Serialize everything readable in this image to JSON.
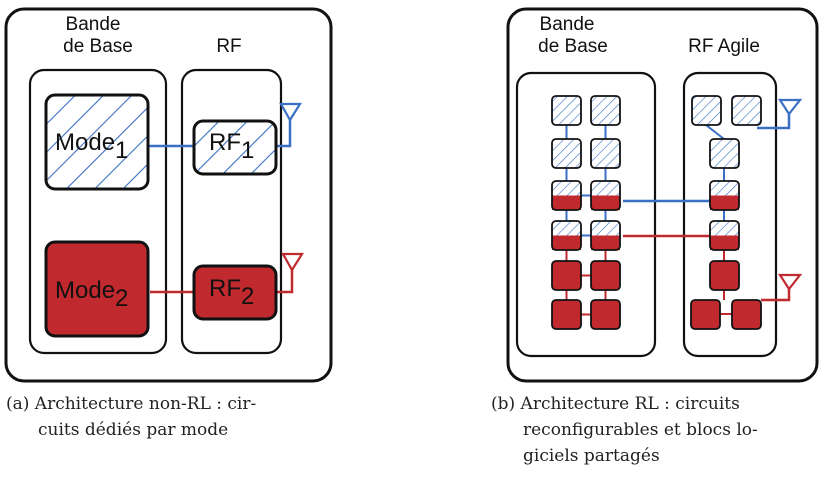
{
  "diagram_a": {
    "baseband_title_line1": "Bande",
    "baseband_title_line2": "de Base",
    "rf_title": "RF",
    "mode1": {
      "text": "Mode",
      "sub": "1"
    },
    "mode2": {
      "text": "Mode",
      "sub": "2"
    },
    "rf1": {
      "text": "RF",
      "sub": "1"
    },
    "rf2": {
      "text": "RF",
      "sub": "2"
    }
  },
  "diagram_b": {
    "baseband_title_line1": "Bande",
    "baseband_title_line2": "de Base",
    "rf_title": "RF Agile"
  },
  "captions": {
    "a_line1": "(a) Architecture non-RL : cir-",
    "a_line2": "cuits dédiés par mode",
    "b_line1": "(b) Architecture RL : circuits",
    "b_line2": "reconfigurables et blocs lo-",
    "b_line3": "giciels partagés"
  },
  "colors": {
    "mode1_blue": "#3a6fc4",
    "mode2_red": "#c0292e",
    "outline": "#111111"
  }
}
